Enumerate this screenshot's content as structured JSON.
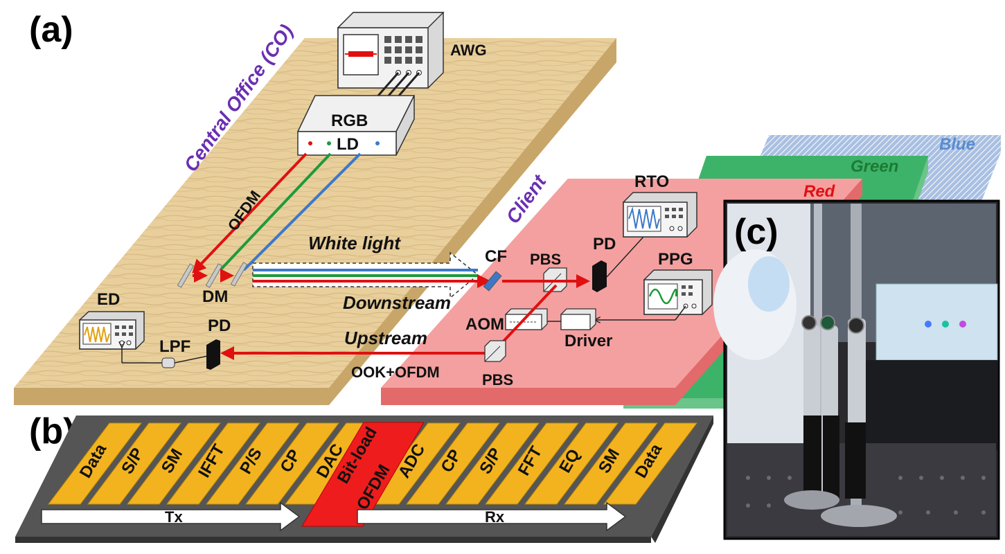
{
  "panels": {
    "a": "(a)",
    "b": "(b)",
    "c": "(c)"
  },
  "central_office": {
    "title": "Central Office (CO)",
    "awg": "AWG",
    "rgb": "RGB",
    "ld": "LD",
    "ofdm": "OFDM",
    "dm": "DM",
    "ed": "ED",
    "lpf": "LPF",
    "pd": "PD"
  },
  "link": {
    "white_light": "White light",
    "downstream": "Downstream",
    "upstream": "Upstream",
    "ook_ofdm": "OOK+OFDM"
  },
  "client": {
    "title": "Client",
    "red": "Red",
    "green": "Green",
    "blue": "Blue",
    "rto": "RTO",
    "cf": "CF",
    "pbs_top": "PBS",
    "pd": "PD",
    "ppg": "PPG",
    "aom": "AOM",
    "driver": "Driver",
    "pbs_bottom": "PBS"
  },
  "pipeline": {
    "tx_blocks": [
      "Data",
      "S/P",
      "SM",
      "IFFT",
      "P/S",
      "CP",
      "DAC"
    ],
    "middle_top": "Bit-load",
    "middle_bottom": "OFDM",
    "rx_blocks": [
      "ADC",
      "CP",
      "S/P",
      "FFT",
      "EQ",
      "SM",
      "Data"
    ],
    "tx_label": "Tx",
    "rx_label": "Rx"
  },
  "colors": {
    "wood": "#e8cf9c",
    "wood_side": "#c8a66a",
    "red_layer": "#f4a0a0",
    "red_side": "#e07070",
    "green_layer": "#3db36a",
    "blue_layer": "#8aa8d4",
    "block_yellow": "#f3b31f",
    "block_red": "#ee1c1c",
    "laser_red": "#e01010",
    "laser_green": "#1e9a3a",
    "laser_blue": "#3d78c8",
    "purple_text": "#6a2fb0"
  }
}
